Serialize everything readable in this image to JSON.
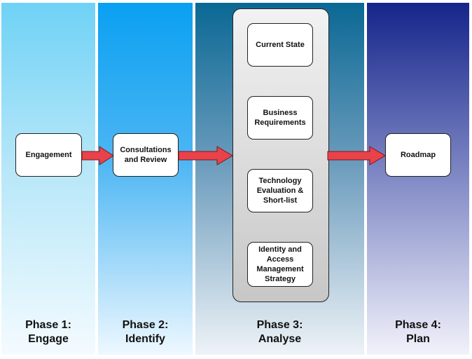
{
  "phases": [
    {
      "label_line1": "Phase 1:",
      "label_line2": "Engage"
    },
    {
      "label_line1": "Phase 2:",
      "label_line2": "Identify"
    },
    {
      "label_line1": "Phase 3:",
      "label_line2": "Analyse"
    },
    {
      "label_line1": "Phase 4:",
      "label_line2": "Plan"
    }
  ],
  "boxes": {
    "engagement": "Engagement",
    "consultations": [
      "Consultations",
      "and Review"
    ],
    "current_state": "Current State",
    "business_requirements": [
      "Business",
      "Requirements"
    ],
    "technology_evaluation": [
      "Technology",
      "Evaluation &",
      "Short-list"
    ],
    "iam_strategy": [
      "Identity and",
      "Access",
      "Management",
      "Strategy"
    ],
    "roadmap": "Roadmap"
  },
  "colors": {
    "arrow_fill": "#e8424a",
    "arrow_stroke": "#7a1a1a"
  }
}
